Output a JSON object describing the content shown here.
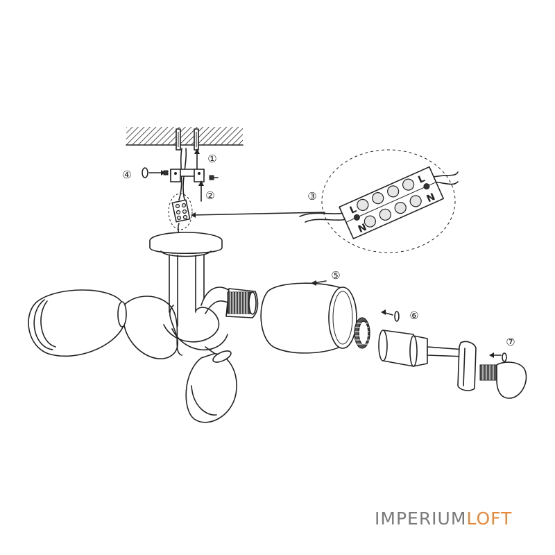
{
  "steps": [
    {
      "id": "1",
      "label": "①"
    },
    {
      "id": "2",
      "label": "②"
    },
    {
      "id": "3",
      "label": "③"
    },
    {
      "id": "4",
      "label": "④"
    },
    {
      "id": "5",
      "label": "⑤"
    },
    {
      "id": "6",
      "label": "⑥"
    },
    {
      "id": "7",
      "label": "⑦"
    }
  ],
  "connector_marks": {
    "left": "L",
    "neutral": "N"
  },
  "brand": {
    "part1": "IMPERIUM",
    "part2": "LOFT",
    "accent_color": "#e8893a",
    "text_color": "#7a7a7a"
  }
}
